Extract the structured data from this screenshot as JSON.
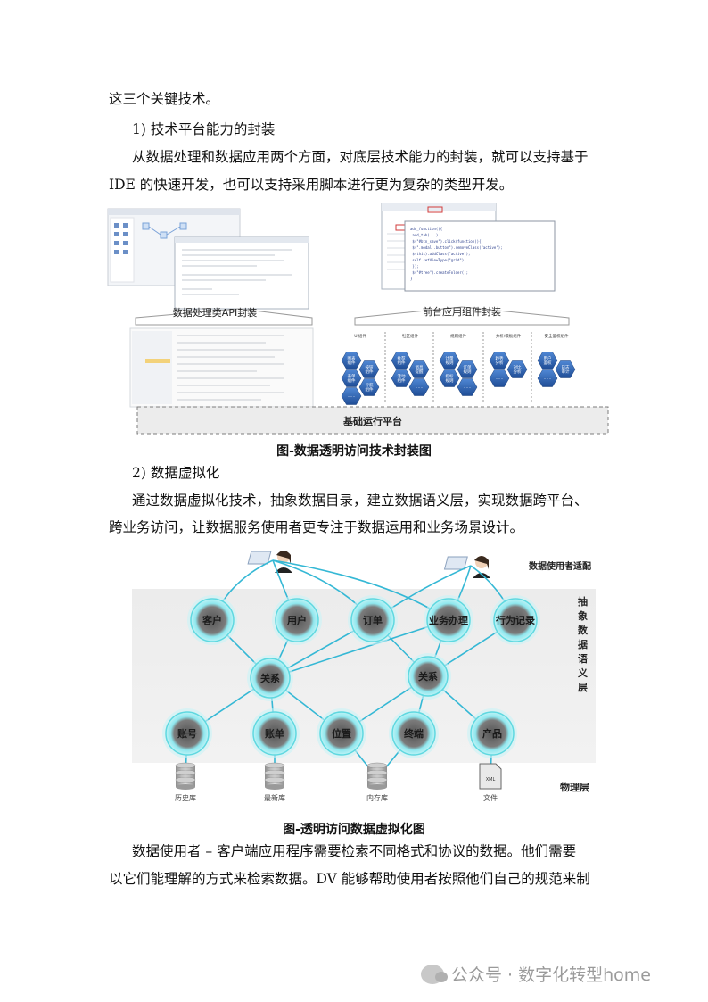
{
  "paragraphs": {
    "p1": "这三个关键技术。",
    "h1": "1) 技术平台能力的封装",
    "p2a": "从数据处理和数据应用两个方面，对底层技术能力的封装，就可以支持基于",
    "p2b": "IDE 的快速开发，也可以支持采用脚本进行更为复杂的类型开发。",
    "h2": "2) 数据虚拟化",
    "p3a": "通过数据虚拟化技术，抽象数据目录，建立数据语义层，实现数据跨平台、",
    "p3b": "跨业务访问，让数据服务使用者更专注于数据运用和业务场景设计。",
    "p4a": "数据使用者 – 客户端应用程序需要检索不同格式和协议的数据。他们需要",
    "p4b": "以它们能理解的方式来检索数据。DV 能够帮助使用者按照他们自己的规范来制"
  },
  "figure1": {
    "caption": "图-数据透明访问技术封装图",
    "left_banner": "数据处理类API封装",
    "right_banner": "前台应用组件封装",
    "base_platform": "基础运行平台",
    "groups": [
      {
        "label": "UI组件",
        "hexes": [
          "图表\n组件",
          "按钮\n组件",
          "表单\n组件",
          "导航\n组件",
          "……"
        ]
      },
      {
        "label": "社区组件",
        "hexes": [
          "推荐\n组件",
          "消息\n提醒",
          "活动\n组件",
          "……"
        ]
      },
      {
        "label": "规则组件",
        "hexes": [
          "计量\n规则",
          "订单\n规则",
          "指标\n规则",
          "……"
        ]
      },
      {
        "label": "分析/模板组件",
        "hexes": [
          "趋势\n分析",
          "对比\n分析",
          "……"
        ]
      },
      {
        "label": "安全鉴权组件",
        "hexes": [
          "用户\n鉴权",
          "日志\n审计",
          "……"
        ]
      }
    ],
    "code_lines": [
      "add_function(){",
      "  add_tab(...)",
      "  $(\"#btn_save\").click(function(){",
      "    $(\".modal .button\").removeClass(\"active\");",
      "    $(this).addClass(\"active\");",
      "    self.setViewType(\"grid\");",
      "  });",
      "  $(\"#tree\").createFolder();",
      "}"
    ]
  },
  "figure2": {
    "caption": "图-透明访问数据虚拟化图",
    "user_label": "数据使用者适配",
    "semantic_label": "抽象数据语义层",
    "physical_label": "物理层",
    "top_nodes": [
      "客户",
      "用户",
      "订单",
      "业务办理",
      "行为记录"
    ],
    "mid_nodes": [
      "关系",
      "关系"
    ],
    "bottom_nodes": [
      "账号",
      "账单",
      "位置",
      "终端",
      "产品"
    ],
    "stores": [
      "历史库",
      "最新库",
      "内存库",
      "文件"
    ],
    "file_tag": "XML"
  },
  "watermark": "公众号 · 数字化转型home",
  "colors": {
    "node_glow": "#5fd8e0",
    "node_fill": "#3a3a3a",
    "banner_stroke": "#9a9a9a",
    "hex_fill": "#2f63b0",
    "line": "#2fb9d6"
  }
}
